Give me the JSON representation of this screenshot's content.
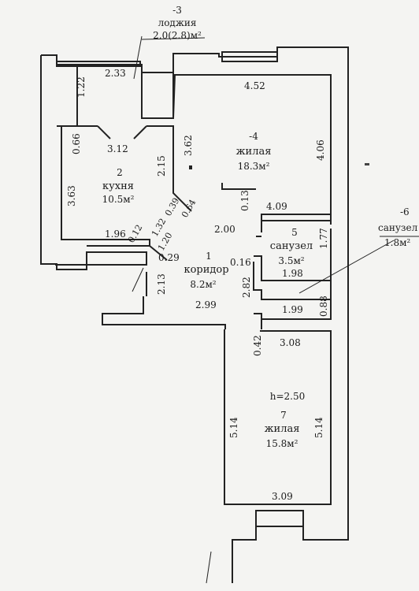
{
  "rooms": {
    "loggia": {
      "number": "-3",
      "name": "лоджия",
      "area": "2.0(2.8)м²"
    },
    "kitchen": {
      "number": "2",
      "name": "кухня",
      "area": "10.5м²"
    },
    "living1": {
      "number": "-4",
      "name": "жилая",
      "area": "18.3м²"
    },
    "corridor": {
      "number": "1",
      "name": "коридор",
      "area": "8.2м²"
    },
    "bath": {
      "number": "5",
      "name": "санузел",
      "area": "3.5м²"
    },
    "wc": {
      "number": "-6",
      "name": "санузел",
      "area": "1.8м²"
    },
    "living2": {
      "number": "7",
      "name": "жилая",
      "area": "15.8м²",
      "height": "h=2.50"
    }
  },
  "dimensions": {
    "loggia_width": "2.33",
    "loggia_left": "1.22",
    "living1_top": "4.52",
    "kitchen_top": "3.12",
    "kitchen_left_small": "0.66",
    "kitchen_left": "3.63",
    "kitchen_right": "2.15",
    "living1_left": "3.62",
    "living1_right": "4.06",
    "diag_039": "0.39",
    "diag_064": "0.64",
    "diag_132": "1.32",
    "diag_012": "0.12",
    "diag_120": "1.20",
    "kitchen_bottom": "1.96",
    "wall_013": "0.13",
    "bath_top": "4.09",
    "corridor_200": "2.00",
    "bath_right": "1.77",
    "wall_029": "0.29",
    "wall_016": "0.16",
    "bath_bottom": "1.98",
    "corridor_left": "2.13",
    "corridor_bottom": "2.99",
    "corridor_right": "2.82",
    "wc_bottom": "1.99",
    "wc_right": "0.88",
    "wall_042": "0.42",
    "living2_top": "3.08",
    "living2_left": "5.14",
    "living2_right": "5.14",
    "living2_bottom": "3.09"
  }
}
